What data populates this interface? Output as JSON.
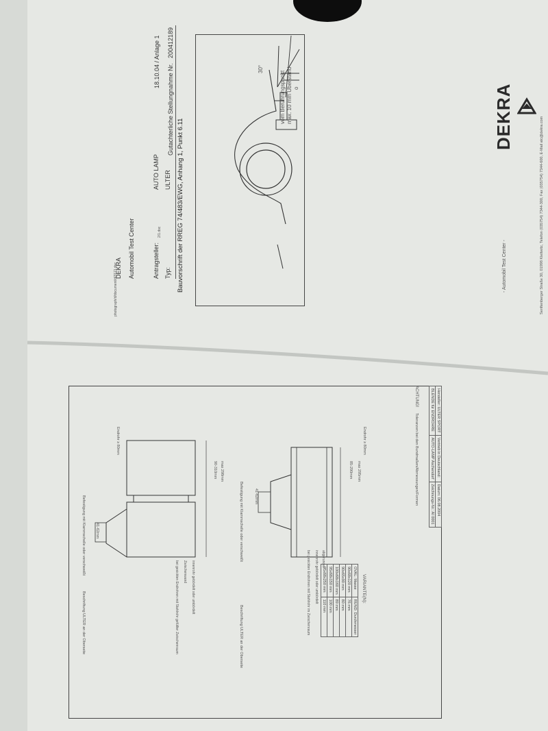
{
  "doc": {
    "brand": "DEKRA",
    "org_line1": "DEKRA",
    "org_line2": "Automobil Test Center",
    "date_annex": "18.10.04 / Anlage 1",
    "report_label": "Gutachterliche Stellungnahme Nr.",
    "report_no": "200412189",
    "applicant_label": "Antragsteller:",
    "applicant": "AUTO LAMP",
    "type_label": "Typ:",
    "type": "ULTER",
    "regulation": "Bauvorschrift der RREG 74/483/EWG, Anhang 1, Punkt 6.11",
    "fig_angle": "30°",
    "fig_contact": "vom Berührungspunkt",
    "fig_overhang": "max. 10 mm Überstand",
    "fig_o": "o",
    "footer_center": "- Automobil Test Center -",
    "footer_address": "Senftenberger Straße 30, 01998 Klettwitz, Telefon (035754) 7344-300, Fax (035754) 7344-600, E-Mail atc@dekra.com",
    "side_code": "photograph/d/document/d/3171.doc",
    "side_code_small": "2/1.doc"
  },
  "drawing": {
    "variants_title": "VARIANTE(N):",
    "round_label": "RUND:",
    "diameter_label": "Durchmesser",
    "round_values": [
      "76 mm",
      "80 mm",
      "89 mm",
      "100 mm",
      "110 mm"
    ],
    "oval_label": "OVAL:",
    "oval_size_label": "Masse",
    "oval_values": [
      "90x68x120 mm",
      "90x65x90 mm",
      "100x68x160 mm",
      "95x68x150 mm",
      "95x68x250 mm"
    ],
    "dim_41_62_a": "41-62mm",
    "dim_41_62_b": "41-62mm",
    "end_pipe_a": "Endrohr ≥ 80mm",
    "end_pipe_b": "Endrohr ≥ 80mm",
    "dim_85_290": "85-290mm",
    "dim_90_310": "90-310mm",
    "max_295": "max 295mm",
    "max_298": "max 298mm",
    "fastening_a": "Befestigung mit Klammschelle oder verschweißt",
    "fastening_b": "Befestigung mit Klammschelle oder verschweißt",
    "label_ulter_a": "Beschriftung ULTER an der Oberseite",
    "label_ulter_b": "Beschriftung ULTER an der Oberseite",
    "note_rounded": "abgerundet",
    "note_inner_rounded": "innenrohr gebördelt oder umbördelt",
    "note_gap": "bei gesickten Endrohren mit Stahlrohr im Zwischenraum",
    "note_inner_b": "innenrohr gebördelt oder umbördelt",
    "note_double": "Zwischenwand",
    "note_gap_b": "bei gesickten Endrohren mit Stahlrohr gefüllter Zwischenraum",
    "caution": "ACHTUNG!",
    "tolerance_note": "Toleranzen bei den Bundmaßen/Abmessungen/Formen",
    "manufacturer_label": "Hersteller:",
    "manufacturer": "ULTER SPORT",
    "product_label": "BLENDE für",
    "product": "ENDROHRE",
    "distributor_label": "Vertrieb in Deutschland:",
    "distributor": "AUTO-LAMP Aschendorf",
    "drawing_no_label": "Zeichnungs-Nr.:",
    "drawing_no": "AI 0001",
    "date_label": "Datum:",
    "date": "06.08.2004"
  }
}
